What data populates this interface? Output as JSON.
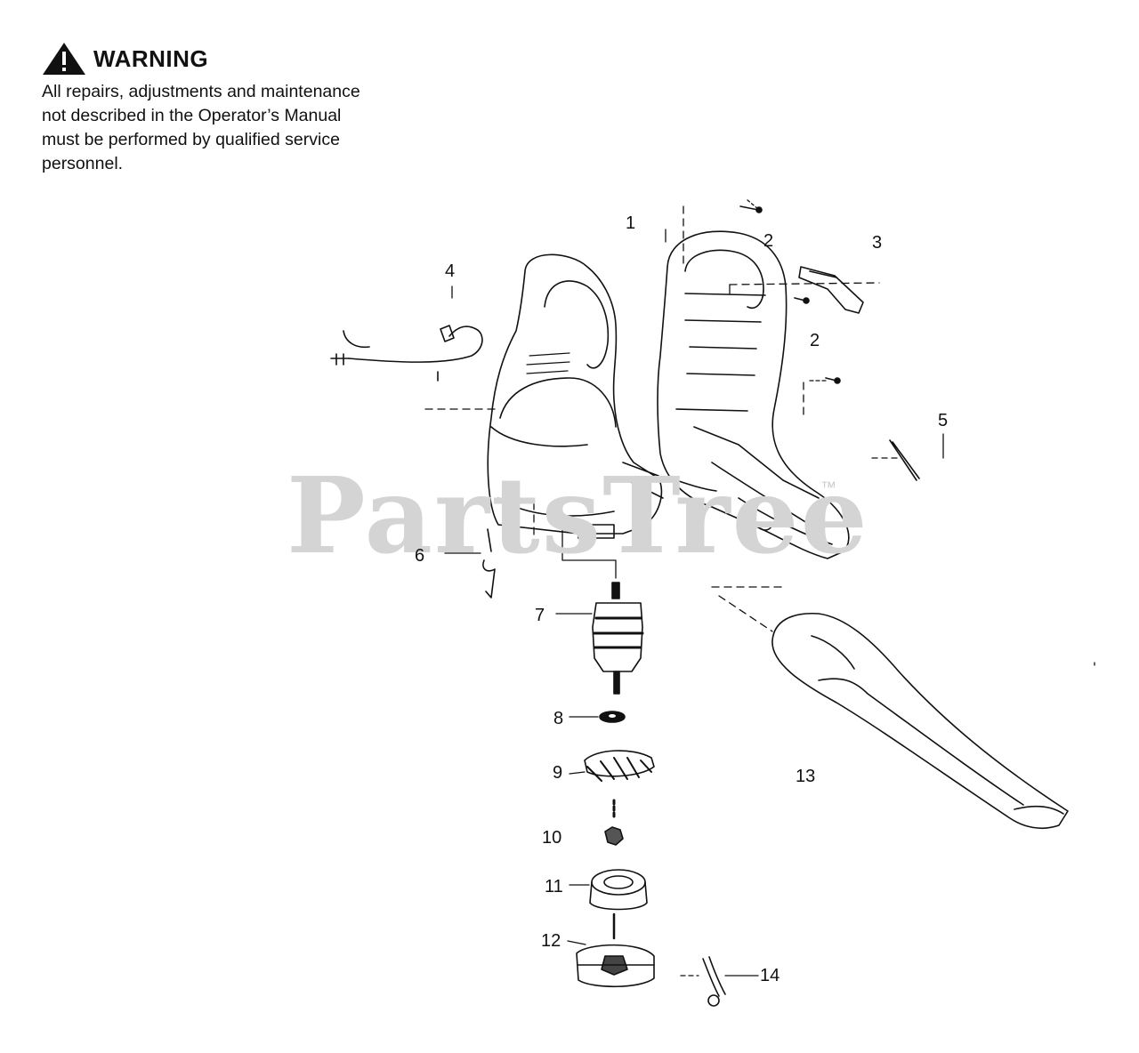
{
  "warning": {
    "title": "WARNING",
    "lines": [
      "All repairs, adjustments and maintenance",
      "not described in the Operator’s Manual",
      "must be performed by qualified  service",
      "personnel."
    ]
  },
  "watermark": {
    "text": "PartsTree",
    "mark": "™"
  },
  "callouts": {
    "c1": "1",
    "c2a": "2",
    "c2b": "2",
    "c3": "3",
    "c4": "4",
    "c5": "5",
    "c6": "6",
    "c7": "7",
    "c8": "8",
    "c9": "9",
    "c10": "10",
    "c11": "11",
    "c12": "12",
    "c13": "13",
    "c14": "14"
  },
  "icons": {
    "warning": "warning-triangle-icon"
  },
  "colors": {
    "ink": "#111111",
    "watermark": "#d4d4d4"
  }
}
